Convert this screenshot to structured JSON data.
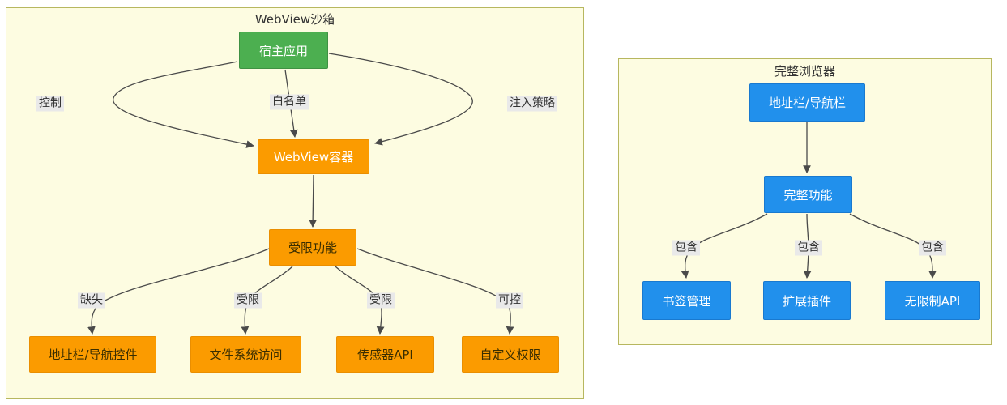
{
  "colors": {
    "panel_bg": "#fdfce1",
    "panel_border": "#b7b75f",
    "green_fill": "#4caf50",
    "green_border": "#3f9143",
    "orange_fill": "#fb9b00",
    "orange_border": "#ea8e00",
    "blue_fill": "#2190ec",
    "blue_border": "#1979cf",
    "edge_label_bg": "#e9e9e9",
    "edge_color": "#4a4a4a"
  },
  "left_panel": {
    "title": "WebView沙箱",
    "nodes": {
      "host_app": "宿主应用",
      "webview_container": "WebView容器",
      "restricted_features": "受限功能",
      "address_nav_controls": "地址栏/导航控件",
      "file_system_access": "文件系统访问",
      "sensor_api": "传感器API",
      "custom_permissions": "自定义权限"
    },
    "edge_labels": {
      "control": "控制",
      "whitelist": "白名单",
      "injection_policy": "注入策略",
      "missing": "缺失",
      "limited_1": "受限",
      "limited_2": "受限",
      "controllable": "可控"
    }
  },
  "right_panel": {
    "title": "完整浏览器",
    "nodes": {
      "address_nav_bar": "地址栏/导航栏",
      "full_features": "完整功能",
      "bookmark_management": "书签管理",
      "extensions": "扩展插件",
      "unrestricted_api": "无限制API"
    },
    "edge_labels": {
      "contains_1": "包含",
      "contains_2": "包含",
      "contains_3": "包含"
    }
  }
}
